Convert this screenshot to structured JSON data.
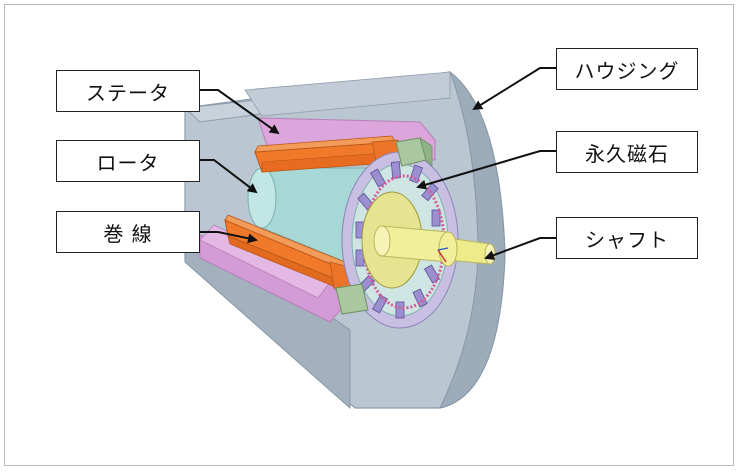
{
  "labels": {
    "stator": "ステータ",
    "rotor": "ロータ",
    "winding": "巻 線",
    "housing": "ハウジング",
    "magnet": "永久磁石",
    "shaft": "シャフト"
  },
  "colors": {
    "housing": "#aab8c6",
    "stator_core": "#dca6dc",
    "winding": "#f07a2a",
    "rotor": "#a7d8d6",
    "magnet": "#9b8fcf",
    "shaft": "#f1ef9a",
    "end_block": "#a9c8a0"
  }
}
